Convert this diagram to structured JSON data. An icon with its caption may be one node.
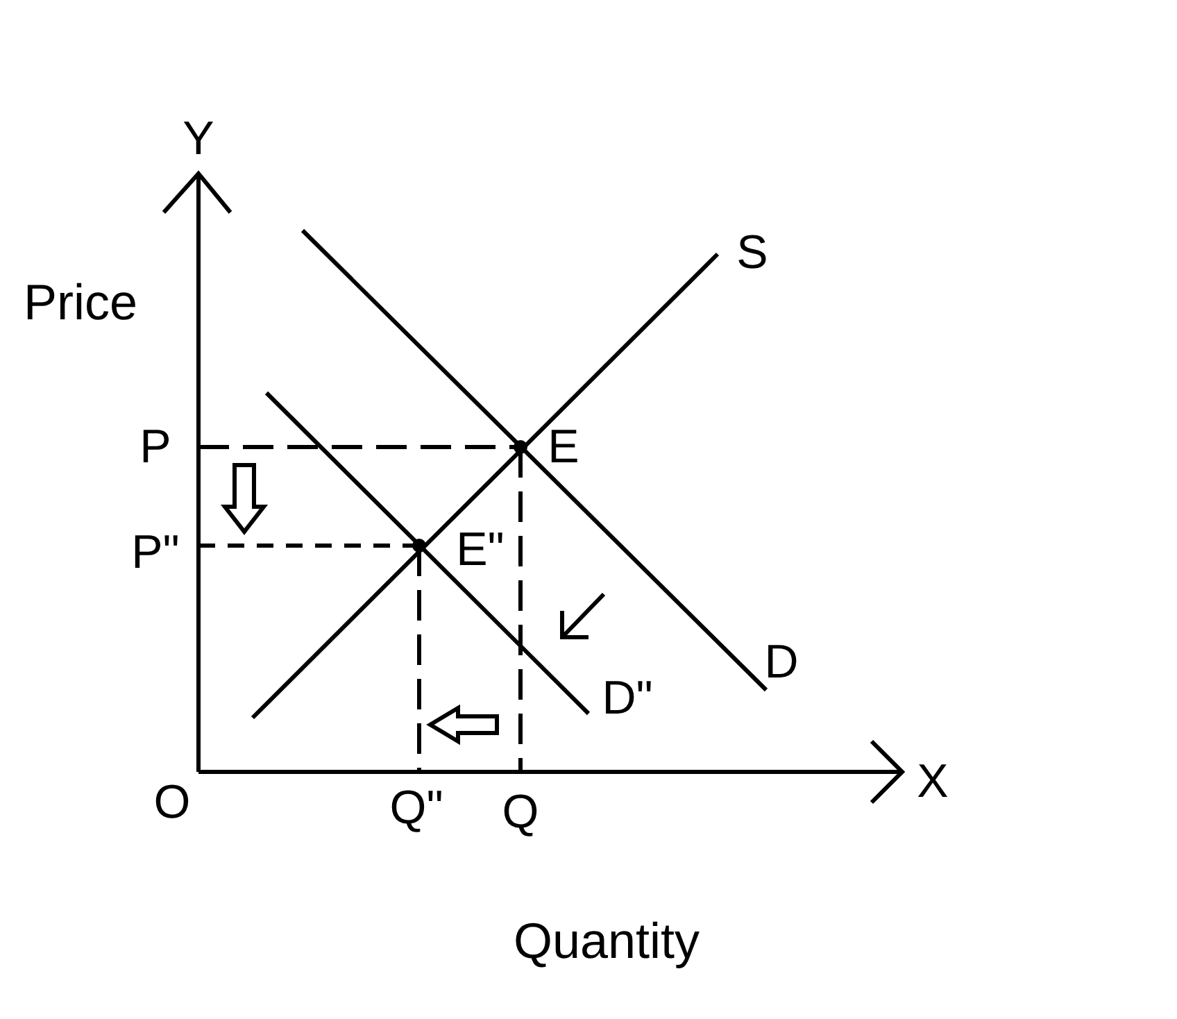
{
  "diagram": {
    "labels": [
      "Y",
      "Price",
      "S",
      "P",
      "E",
      "P\"",
      "E\"",
      "D",
      "D\"",
      "O",
      "Q\"",
      "Q",
      "X",
      "Quantity"
    ]
  }
}
